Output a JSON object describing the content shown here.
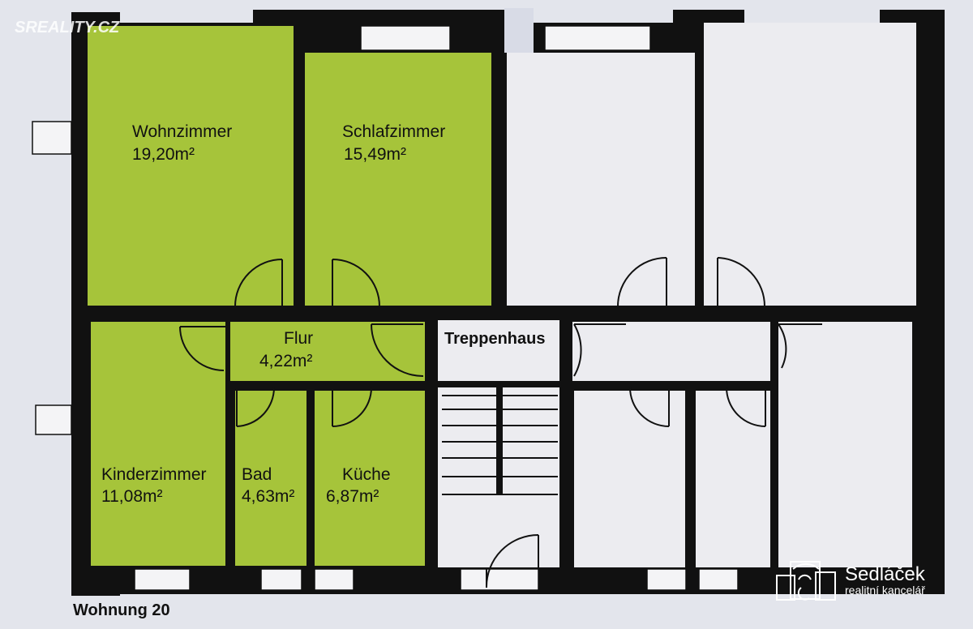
{
  "watermark": "SREALITY.CZ",
  "rooms": {
    "wohnzimmer": {
      "name": "Wohnzimmer",
      "area": "19,20m²"
    },
    "schlafzimmer": {
      "name": "Schlafzimmer",
      "area": "15,49m²"
    },
    "flur": {
      "name": "Flur",
      "area": "4,22m²"
    },
    "treppenhaus": {
      "name": "Treppenhaus"
    },
    "kinderzimmer": {
      "name": "Kinderzimmer",
      "area": "11,08m²"
    },
    "bad": {
      "name": "Bad",
      "area": "4,63m²"
    },
    "kueche": {
      "name": "Küche",
      "area": "6,87m²"
    }
  },
  "caption": "Wohnung 20",
  "agency": {
    "name": "Sedláček",
    "tagline": "realitní kancelář"
  },
  "colors": {
    "apartment": "#a6c43a",
    "walls": "#111111",
    "background": "#e3e5ec"
  }
}
